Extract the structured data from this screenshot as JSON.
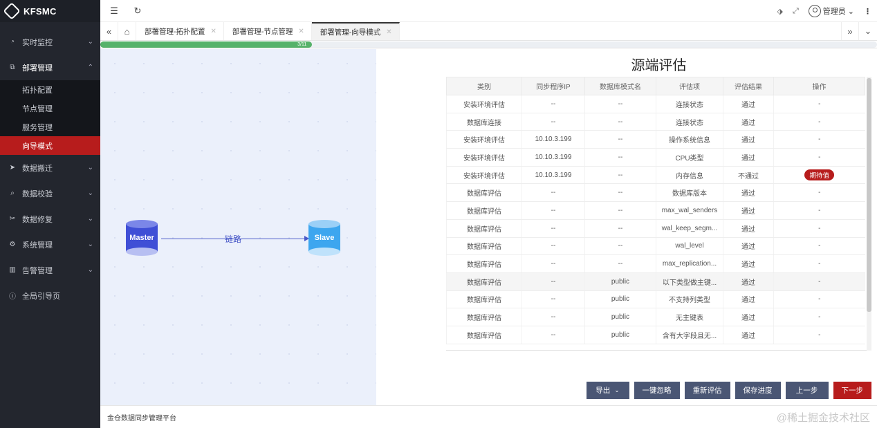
{
  "app": {
    "name": "KFSMC"
  },
  "sidebar": {
    "items": [
      {
        "label": "实时监控",
        "icon": "gauge-icon"
      },
      {
        "label": "部署管理",
        "icon": "deploy-icon",
        "open": true,
        "children": [
          "拓扑配置",
          "节点管理",
          "服务管理",
          "向导模式"
        ],
        "active_child": "向导模式"
      },
      {
        "label": "数据搬迁",
        "icon": "send-icon"
      },
      {
        "label": "数据校验",
        "icon": "search-icon"
      },
      {
        "label": "数据修复",
        "icon": "repair-icon"
      },
      {
        "label": "系统管理",
        "icon": "gear-icon"
      },
      {
        "label": "告警管理",
        "icon": "alarm-icon"
      },
      {
        "label": "全局引导页",
        "icon": "info-icon"
      }
    ]
  },
  "topbar": {
    "user": "管理员"
  },
  "tabs": [
    "部署管理-拓扑配置",
    "部署管理-节点管理",
    "部署管理-向导模式"
  ],
  "progress": {
    "text": "3/11",
    "value": 0.2727
  },
  "diagram": {
    "master": "Master",
    "slave": "Slave",
    "link": "链路"
  },
  "panel": {
    "title": "源端评估",
    "columns": [
      "类别",
      "同步程序IP",
      "数据库模式名",
      "评估项",
      "评估结果",
      "操作"
    ],
    "rows": [
      [
        "安装环境评估",
        "--",
        "--",
        "连接状态",
        "通过",
        "-"
      ],
      [
        "数据库连接",
        "--",
        "--",
        "连接状态",
        "通过",
        "-"
      ],
      [
        "安装环境评估",
        "10.10.3.199",
        "--",
        "操作系统信息",
        "通过",
        "-"
      ],
      [
        "安装环境评估",
        "10.10.3.199",
        "--",
        "CPU类型",
        "通过",
        "-"
      ],
      [
        "安装环境评估",
        "10.10.3.199",
        "--",
        "内存信息",
        "不通过",
        "期待值"
      ],
      [
        "数据库评估",
        "--",
        "--",
        "数据库版本",
        "通过",
        "-"
      ],
      [
        "数据库评估",
        "--",
        "--",
        "max_wal_senders",
        "通过",
        "-"
      ],
      [
        "数据库评估",
        "--",
        "--",
        "wal_keep_segm...",
        "通过",
        "-"
      ],
      [
        "数据库评估",
        "--",
        "--",
        "wal_level",
        "通过",
        "-"
      ],
      [
        "数据库评估",
        "--",
        "--",
        "max_replication...",
        "通过",
        "-"
      ],
      [
        "数据库评估",
        "--",
        "public",
        "以下类型做主键...",
        "通过",
        "-"
      ],
      [
        "数据库评估",
        "--",
        "public",
        "不支持列类型",
        "通过",
        "-"
      ],
      [
        "数据库评估",
        "--",
        "public",
        "无主键表",
        "通过",
        "-"
      ],
      [
        "数据库评估",
        "--",
        "public",
        "含有大字段且无...",
        "通过",
        "-"
      ]
    ]
  },
  "actions": {
    "export": "导出",
    "ignore_all": "一键忽略",
    "reevaluate": "重新评估",
    "save": "保存进度",
    "prev": "上一步",
    "next": "下一步"
  },
  "footer": {
    "text": "金仓数据同步管理平台",
    "watermark": "@稀土掘金技术社区"
  },
  "colors": {
    "accent": "#b71c1c",
    "sidebar": "#23262e",
    "progress": "#56b26a",
    "button": "#4a5674"
  }
}
